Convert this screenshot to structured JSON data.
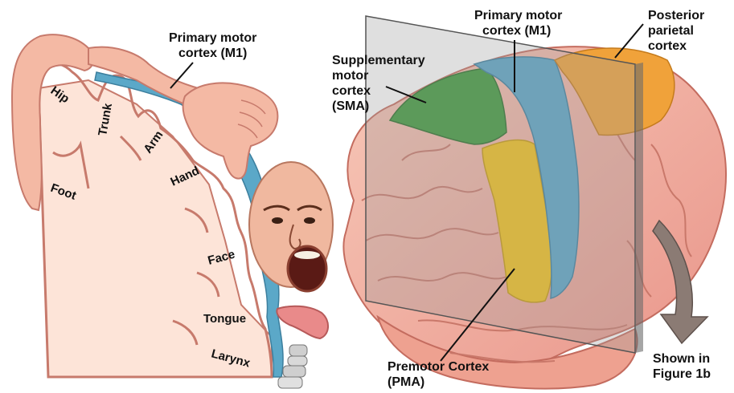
{
  "left_panel": {
    "label_m1_line1": "Primary motor",
    "label_m1_line2": "cortex (M1)",
    "body_parts": [
      "Hip",
      "Trunk",
      "Arm",
      "Hand",
      "Foot",
      "Face",
      "Tongue",
      "Larynx"
    ]
  },
  "right_panel": {
    "label_sma": [
      "Supplementary",
      "motor",
      "cortex",
      "(SMA)"
    ],
    "label_m1": [
      "Primary motor",
      "cortex (M1)"
    ],
    "label_ppc": [
      "Posterior",
      "parietal",
      "cortex"
    ],
    "label_pma": [
      "Premotor Cortex",
      "(PMA)"
    ],
    "label_fig": [
      "Shown in",
      "Figure 1b"
    ]
  },
  "colors": {
    "cortex_blue": "#5ba8c8",
    "brain_pink": "#f3b3a2",
    "sma_green": "#3f9a3c",
    "m1_blue": "#5aa6c8",
    "pma_yellow": "#f2c11c",
    "ppc_orange": "#f0a23a",
    "plane_gray": "#9a9a9a"
  }
}
